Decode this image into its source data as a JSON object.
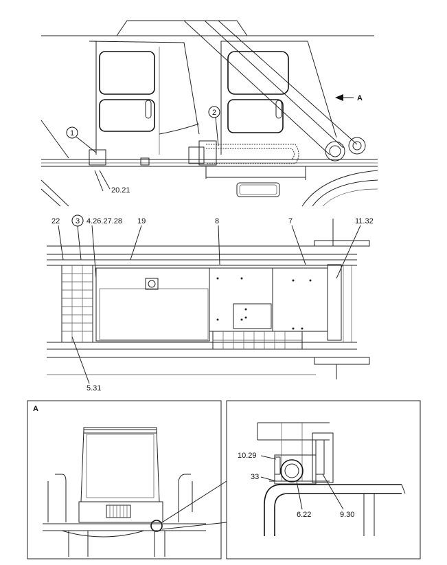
{
  "callouts": {
    "top": {
      "c1": "1",
      "c2": "2",
      "view_a": "A",
      "l_20_21": "20.21"
    },
    "middle": {
      "l22": "22",
      "c3": "3",
      "l4": "4.26.27.28",
      "l19": "19",
      "l8": "8",
      "l7": "7",
      "l11": "11.32",
      "l5": "5.31"
    },
    "bottom_left": {
      "title": "A"
    },
    "bottom_right": {
      "l10": "10.29",
      "l33": "33",
      "l6": "6.22",
      "l9": "9.30"
    }
  }
}
